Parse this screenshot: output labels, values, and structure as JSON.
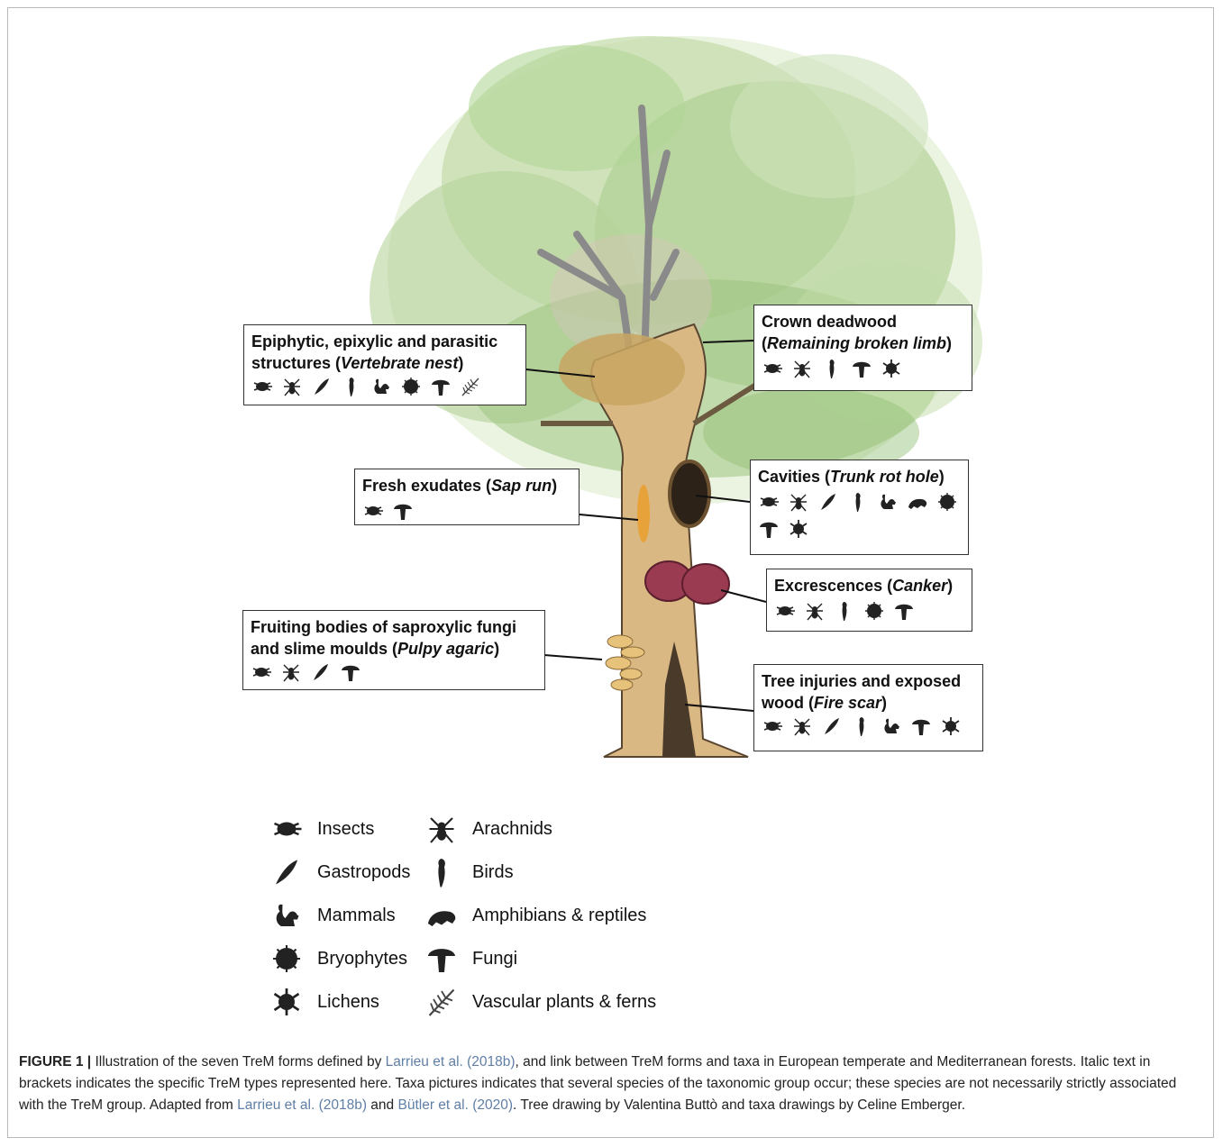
{
  "boxes": {
    "epiphytic": {
      "title_a": "Epiphytic, epixylic and parasitic",
      "title_b": "structures (",
      "type": "Vertebrate nest",
      "close": ")"
    },
    "crown": {
      "title": "Crown deadwood",
      "open": "(",
      "type": "Remaining broken limb",
      "close": ")"
    },
    "fresh": {
      "title": "Fresh exudates (",
      "type": "Sap run",
      "close": ")"
    },
    "cavities": {
      "title": "Cavities (",
      "type": "Trunk rot hole",
      "close": ")"
    },
    "excrescences": {
      "title": "Excrescences (",
      "type": "Canker",
      "close": ")"
    },
    "fruiting": {
      "title_a": "Fruiting bodies of saproxylic fungi",
      "title_b": "and slime moulds (",
      "type": "Pulpy agaric",
      "close": ")"
    },
    "injuries": {
      "title_a": "Tree injuries and exposed",
      "title_b": "wood (",
      "type": "Fire scar",
      "close": ")"
    }
  },
  "legend": {
    "insects": "Insects",
    "arachnids": "Arachnids",
    "gastropods": "Gastropods",
    "birds": "Birds",
    "mammals": "Mammals",
    "amphibians": "Amphibians & reptiles",
    "bryophytes": "Bryophytes",
    "fungi": "Fungi",
    "lichens": "Lichens",
    "vascular": "Vascular plants & ferns"
  },
  "caption": {
    "label": "FIGURE 1 |",
    "p1": " Illustration of the seven TreM forms defined by ",
    "ref1": "Larrieu et al. (2018b)",
    "p2": ", and link between TreM forms and taxa in European temperate and Mediterranean forests. Italic text in brackets indicates the specific TreM types represented here. Taxa pictures indicates that several species of the taxonomic group occur; these species are not necessarily strictly associated with the TreM group. Adapted from ",
    "ref2": "Larrieu et al. (2018b)",
    "p3": " and ",
    "ref3": "Bütler et al. (2020)",
    "p4": ". Tree drawing by Valentina Buttò and taxa drawings by Celine Emberger."
  },
  "colors": {
    "foliage": "#8fbf6a",
    "trunk": "#d4b27a",
    "scar": "#4a3a2a",
    "canker": "#9b3b52",
    "fungi": "#e6c27a",
    "sap": "#e8a23a"
  }
}
